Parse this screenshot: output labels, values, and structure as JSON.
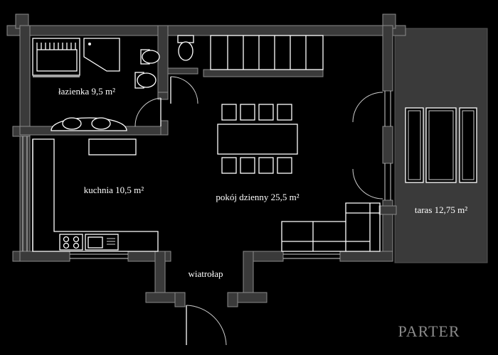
{
  "floor_label": "PARTER",
  "rooms": {
    "bathroom": "łazienka 9,5 m²",
    "kitchen": "kuchnia 10,5 m²",
    "living": "pokój dzienny 25,5 m²",
    "vestibule": "wiatrołap",
    "terrace": "taras 12,75 m²"
  },
  "colors": {
    "background": "#000000",
    "wall": "#3a3a3a",
    "line": "#ffffff",
    "terrace": "#3a3a3a"
  }
}
